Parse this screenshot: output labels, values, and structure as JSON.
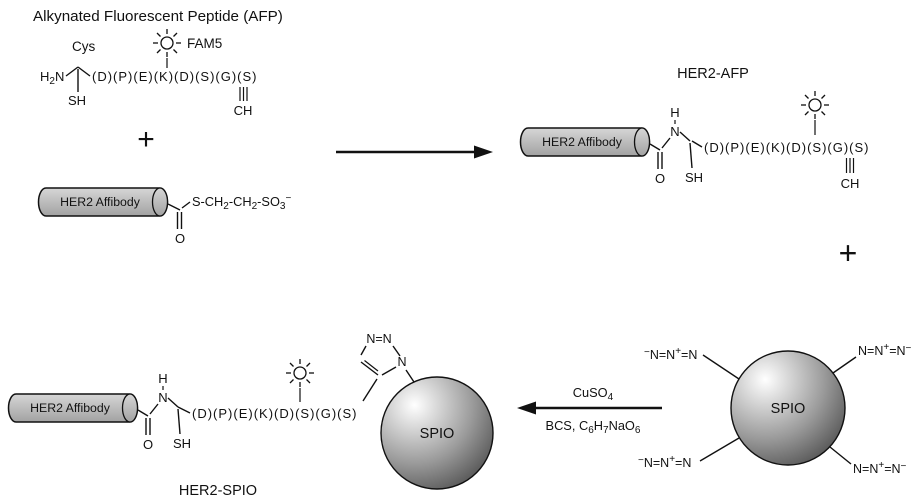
{
  "title": "Alkynated Fluorescent Peptide (AFP)",
  "peptide": "(D)(P)(E)(K)(D)(S)(G)(S)",
  "labels": {
    "cys": "Cys",
    "fam5": "FAM5",
    "sh": "SH",
    "ch": "CH",
    "o": "O",
    "h": "H",
    "n": "N",
    "plus": "+",
    "her2_affibody": "HER2 Affibody",
    "her2_afp": "HER2-AFP",
    "her2_spio": "HER2-SPIO",
    "spio": "SPIO"
  },
  "fragments": {
    "h2n": {
      "h": "H",
      "two": "2",
      "n": "N"
    },
    "thioester": {
      "p1": "S-CH",
      "s1": "2",
      "p2": "-CH",
      "s2": "2",
      "p3": "-SO",
      "s3": "3",
      "minus": "−"
    },
    "cuso4": {
      "p1": "CuSO",
      "s1": "4"
    },
    "bcs": {
      "p1": "BCS, C",
      "s1": "6",
      "p2": "H",
      "s2": "7",
      "p3": "NaO",
      "s3": "6"
    },
    "azide_out": {
      "minus": "−",
      "p1": "N=N",
      "plus": "+",
      "p2": "=N"
    },
    "azide_in": {
      "p1": "N=N",
      "plus": "+",
      "p2": "=N",
      "minus": "−"
    },
    "triazole": {
      "top": "N=N",
      "right": "N"
    }
  },
  "colors": {
    "outline": "#111111",
    "cylinder_gray": "#bcbcbc",
    "sphere_dark": "#3f3f3f",
    "background": "#ffffff"
  }
}
